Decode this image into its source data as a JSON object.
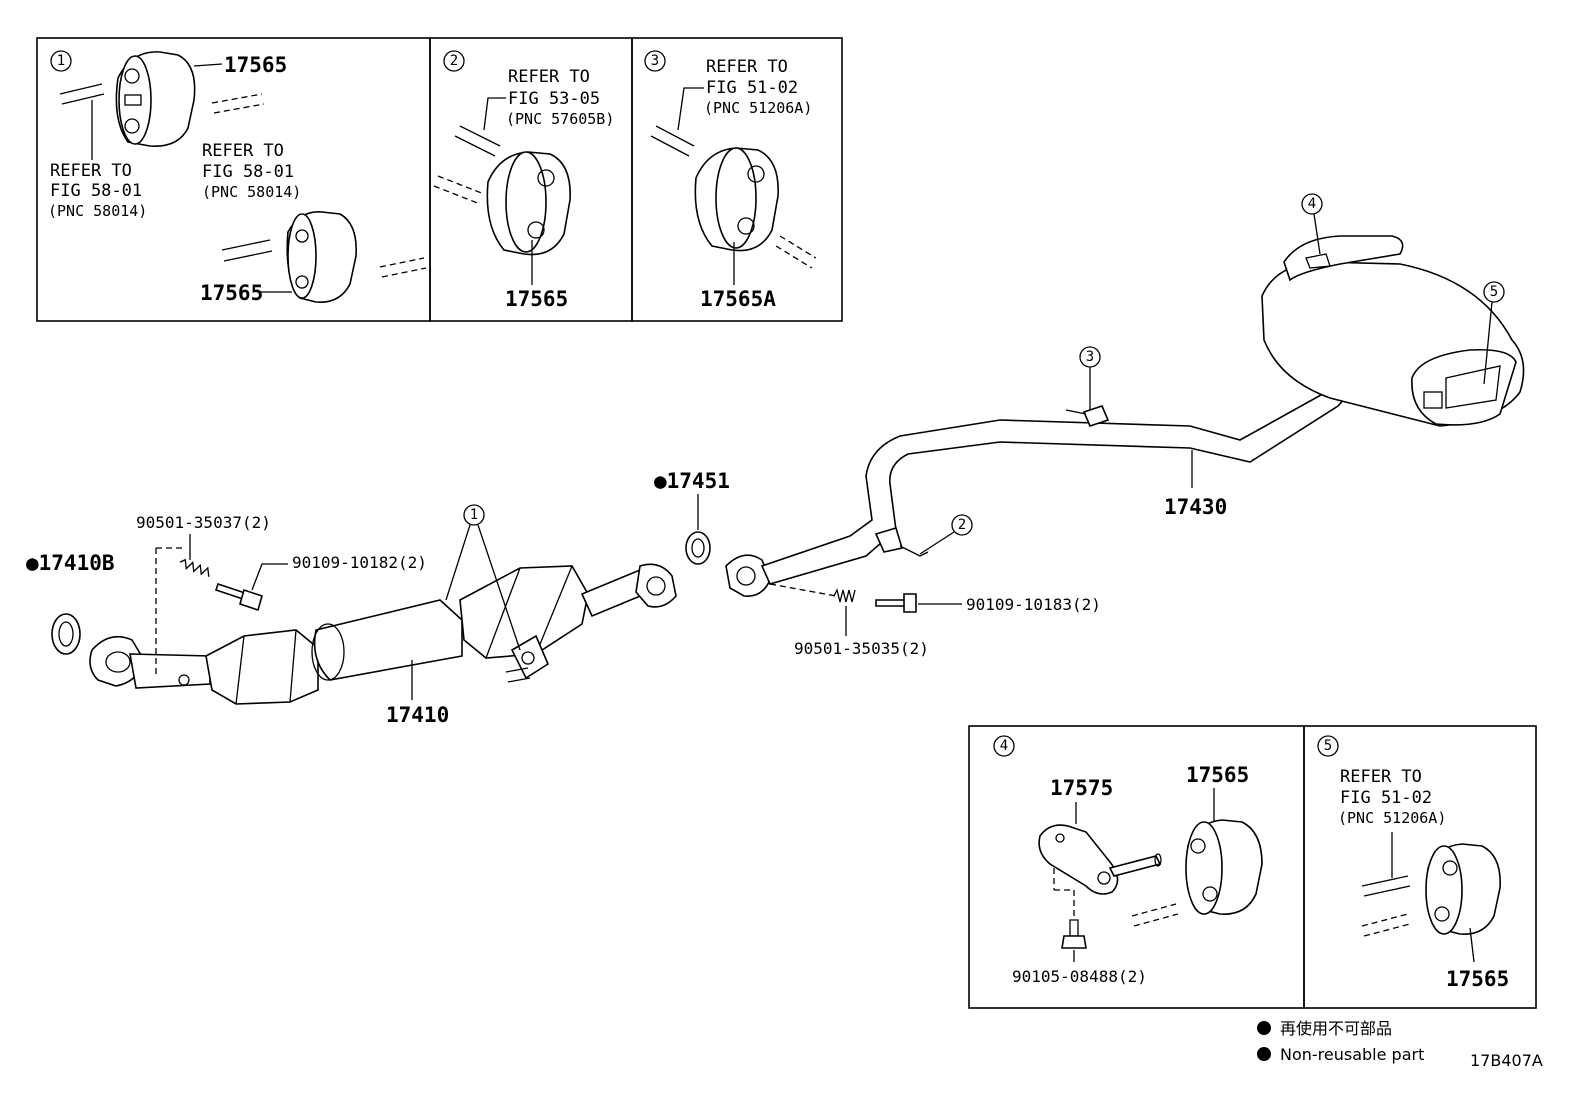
{
  "boxes": {
    "b1": {
      "num": "1",
      "top_part": "17565",
      "bottom_part": "17565",
      "ref_a": [
        "REFER TO",
        "FIG 58-01",
        "(PNC 58014)"
      ],
      "ref_b": [
        "REFER TO",
        "FIG 58-01",
        "(PNC 58014)"
      ]
    },
    "b2": {
      "num": "2",
      "part": "17565",
      "ref": [
        "REFER TO",
        "FIG 53-05",
        "(PNC 57605B)"
      ]
    },
    "b3": {
      "num": "3",
      "part": "17565A",
      "ref": [
        "REFER TO",
        "FIG 51-02",
        "(PNC 51206A)"
      ]
    },
    "b4": {
      "num": "4",
      "bracket": "17575",
      "insulator": "17565",
      "bolt": "90105-08488(2)"
    },
    "b5": {
      "num": "5",
      "part": "17565",
      "ref": [
        "REFER TO",
        "FIG 51-02",
        "(PNC 51206A)"
      ]
    }
  },
  "main": {
    "front_pipe": "17410",
    "gasket_front": "●17410B",
    "gasket_mid": "●17451",
    "tail_pipe": "17430",
    "spring_front": "90501-35037(2)",
    "bolt_front": "90109-10182(2)",
    "spring_mid": "90501-35035(2)",
    "bolt_mid": "90109-10183(2)",
    "callouts": [
      "1",
      "2",
      "3",
      "4",
      "5"
    ]
  },
  "legend": {
    "jp": "再使用不可部品",
    "en": "Non-reusable part"
  },
  "figure_code": "17B407A"
}
